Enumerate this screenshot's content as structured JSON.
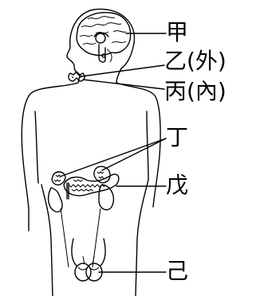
{
  "labels": {
    "jia": "甲",
    "yi": "乙(外)",
    "bing": "丙(內)",
    "ding": "丁",
    "wu": "戊",
    "ji": "己"
  }
}
